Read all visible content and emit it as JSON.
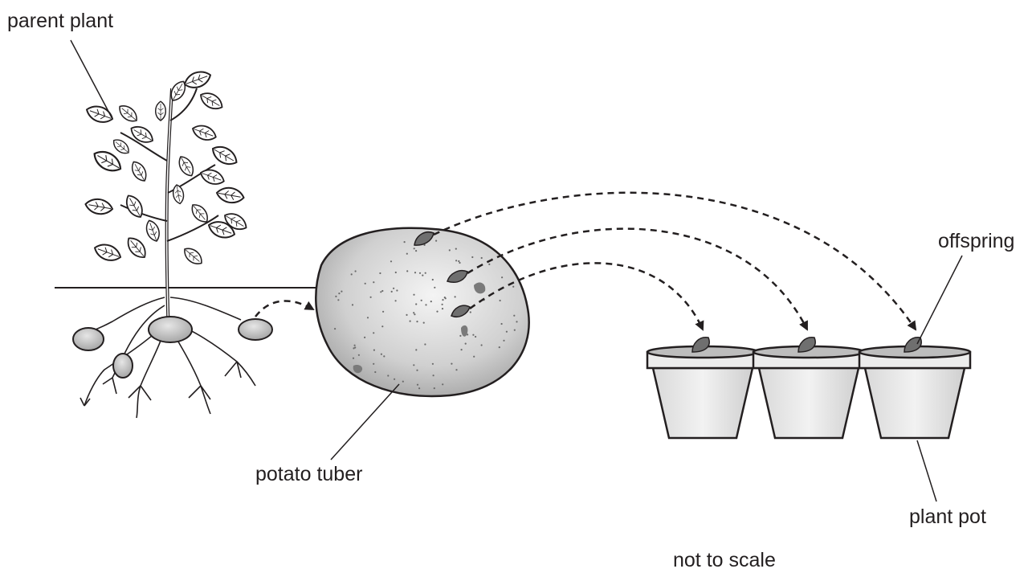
{
  "labels": {
    "parent_plant": "parent plant",
    "potato_tuber": "potato tuber",
    "offspring": "offspring",
    "plant_pot": "plant pot",
    "scale_note": "not to scale"
  },
  "colors": {
    "ink": "#231f20",
    "tuber_fill": "#d6d6d6",
    "tuber_spot": "#7a7a7a",
    "pot_fill": "#e6e6e6",
    "sprout_fill": "#6f6f6f",
    "leaf_fill": "#ffffff"
  }
}
